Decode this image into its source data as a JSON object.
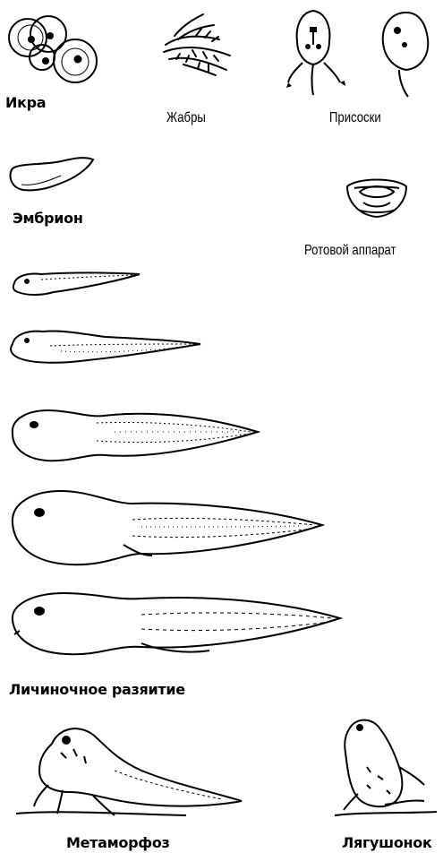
{
  "labels": {
    "eggs": "Икра",
    "gills": "Жабры",
    "suckers": "Присоски",
    "embryo": "Эмбрион",
    "mouthparts": "Ротовой аппарат",
    "larval_development": "Личиночное разяитие",
    "metamorphosis": "Метаморфоз",
    "froglet": "Лягушонок"
  },
  "colors": {
    "ink": "#000000",
    "paper": "#ffffff"
  }
}
